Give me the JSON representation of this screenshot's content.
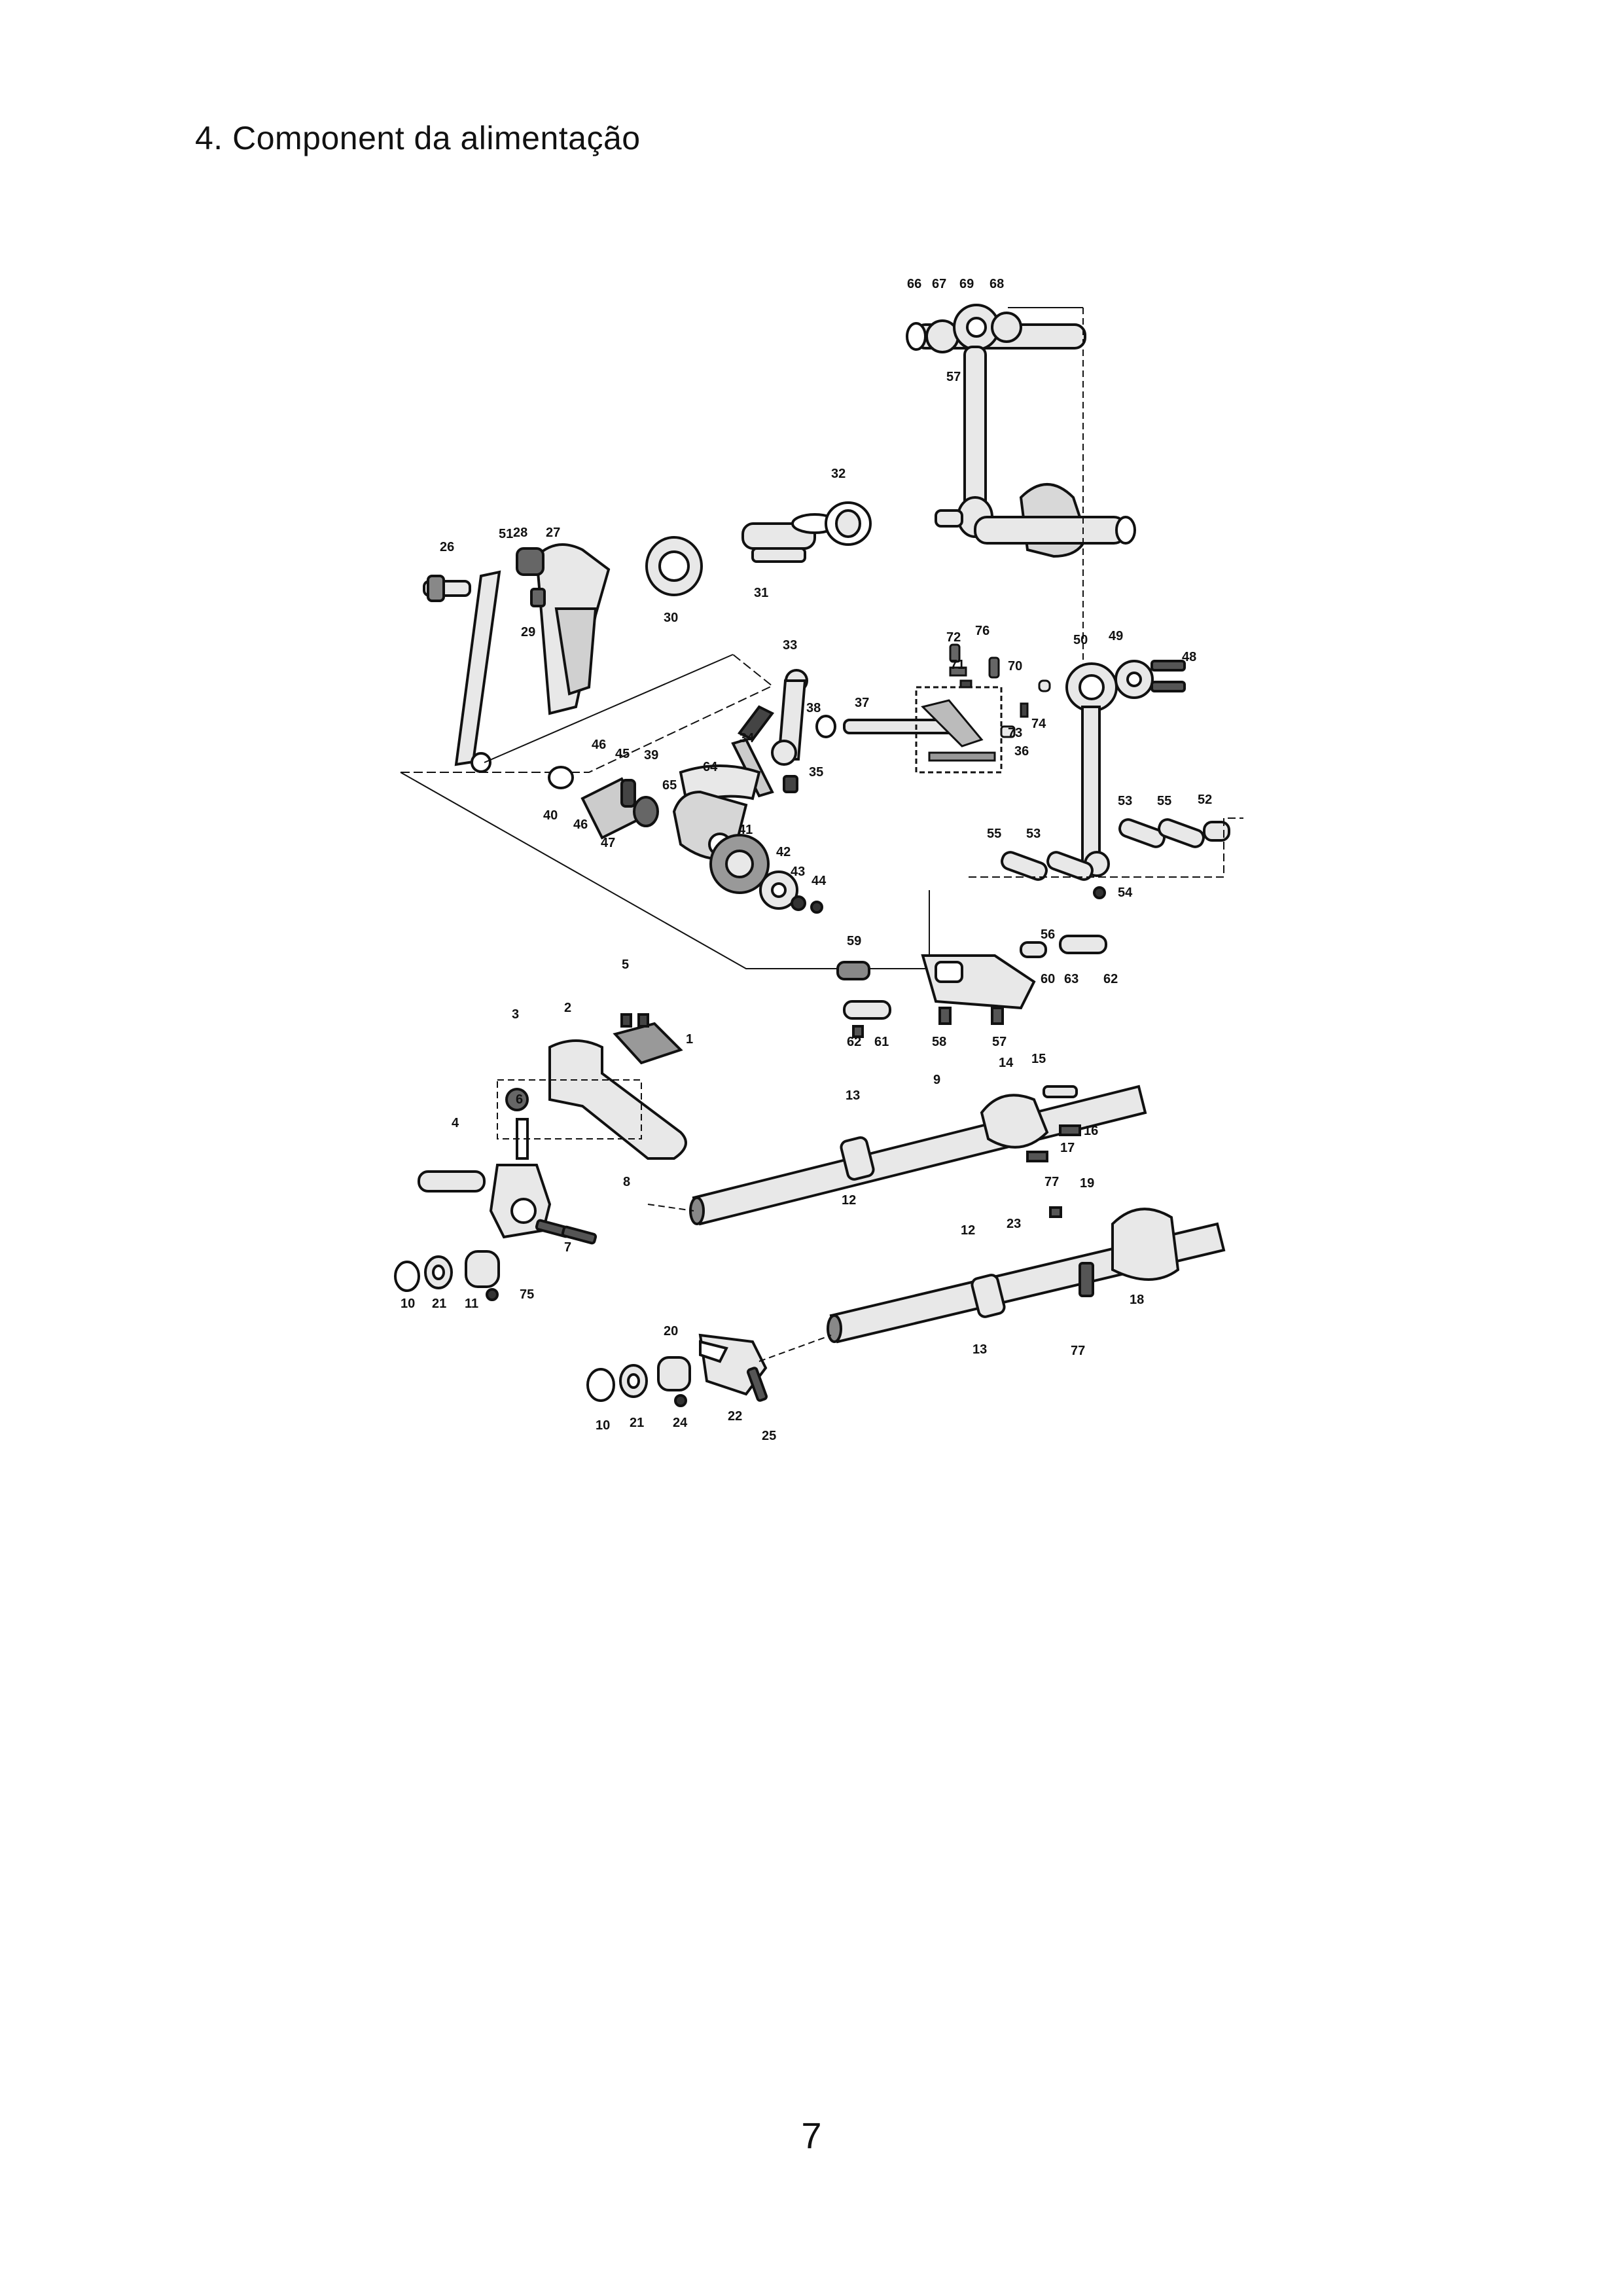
{
  "page": {
    "section_title": "4. Component da alimentação",
    "page_number": "7"
  },
  "colors": {
    "ink": "#111111",
    "paper": "#ffffff",
    "part_fill": "#e8e8e8",
    "part_dark": "#333333"
  },
  "diagram": {
    "callouts": [
      "66",
      "67",
      "69",
      "68",
      "57",
      "32",
      "26",
      "51",
      "28",
      "27",
      "30",
      "31",
      "29",
      "72",
      "76",
      "71",
      "70",
      "33",
      "38",
      "37",
      "34",
      "35",
      "73",
      "74",
      "36",
      "50",
      "49",
      "48",
      "46",
      "45",
      "39",
      "64",
      "65",
      "40",
      "46",
      "47",
      "41",
      "42",
      "43",
      "44",
      "53",
      "55",
      "52",
      "55",
      "53",
      "54",
      "59",
      "56",
      "60",
      "63",
      "62",
      "62",
      "61",
      "58",
      "57",
      "5",
      "3",
      "2",
      "1",
      "13",
      "9",
      "14",
      "15",
      "4",
      "6",
      "16",
      "17",
      "8",
      "12",
      "77",
      "19",
      "7",
      "12",
      "23",
      "10",
      "21",
      "11",
      "75",
      "18",
      "20",
      "13",
      "77",
      "10",
      "21",
      "24",
      "22",
      "25"
    ]
  }
}
